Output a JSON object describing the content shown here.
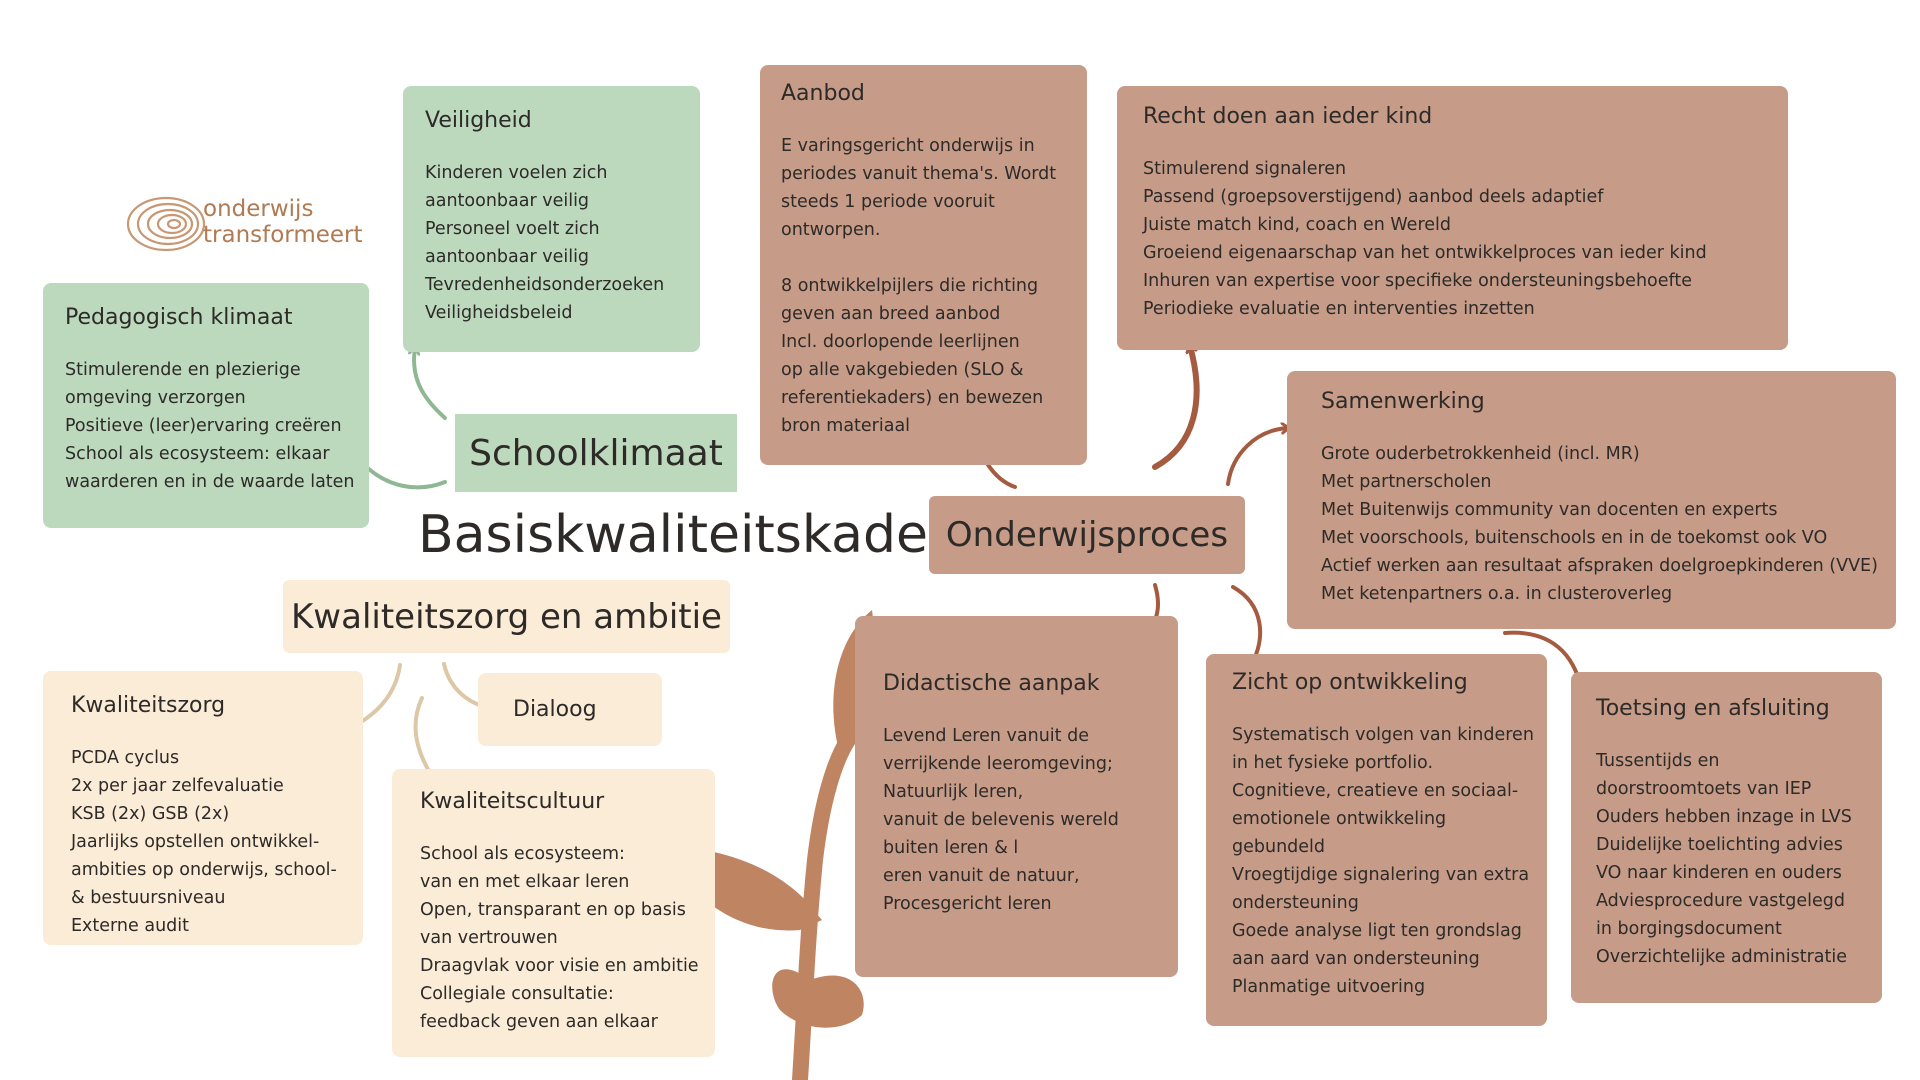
{
  "logo": {
    "line1": "onderwijs",
    "line2": "transformeert"
  },
  "main_title": "Basiskwaliteitskader",
  "hubs": {
    "schoolklimaat": "Schoolklimaat",
    "kwaliteitszorg": "Kwaliteitszorg en ambitie",
    "onderwijsproces": "Onderwijsproces"
  },
  "boxes": {
    "veiligheid": {
      "title": "Veiligheid",
      "lines": [
        "Kinderen voelen zich",
        "aantoonbaar veilig",
        "Personeel voelt zich",
        "aantoonbaar veilig",
        "Tevredenheidsonderzoeken",
        "Veiligheidsbeleid"
      ]
    },
    "pedagogisch": {
      "title": "Pedagogisch klimaat",
      "lines": [
        "Stimulerende en plezierige",
        "omgeving verzorgen",
        "Positieve (leer)ervaring creëren",
        "School als ecosysteem: elkaar",
        "waarderen en in de waarde laten"
      ]
    },
    "kwaliteitszorg": {
      "title": "Kwaliteitszorg",
      "lines": [
        "PCDA cyclus",
        "2x per jaar zelfevaluatie",
        "KSB (2x) GSB (2x)",
        "Jaarlijks opstellen ontwikkel-",
        "ambities op onderwijs, school-",
        "& bestuursniveau",
        "Externe audit"
      ]
    },
    "dialoog": {
      "title": "Dialoog"
    },
    "kwaliteitscultuur": {
      "title": "Kwaliteitscultuur",
      "lines": [
        "School als ecosysteem:",
        "van en met elkaar leren",
        "Open, transparant en op basis",
        "van vertrouwen",
        "Draagvlak voor visie en ambitie",
        "Collegiale consultatie:",
        "feedback geven aan elkaar"
      ]
    },
    "aanbod": {
      "title": "Aanbod",
      "lines": [
        "E varingsgericht onderwijs in",
        "periodes vanuit thema's. Wordt",
        "steeds 1 periode vooruit",
        "ontworpen.",
        "",
        "8 ontwikkelpijlers die richting",
        "geven aan breed aanbod",
        "Incl. doorlopende leerlijnen",
        "op alle vakgebieden (SLO &",
        "referentiekaders) en bewezen",
        "bron materiaal"
      ]
    },
    "recht": {
      "title": "Recht doen aan ieder kind",
      "lines": [
        "Stimulerend signaleren",
        "Passend (groepsoverstijgend) aanbod deels adaptief",
        "Juiste match kind, coach en Wereld",
        "Groeiend eigenaarschap van het ontwikkelproces van ieder kind",
        "Inhuren van expertise voor specifieke ondersteuningsbehoefte",
        "Periodieke evaluatie en interventies inzetten"
      ]
    },
    "samenwerking": {
      "title": "Samenwerking",
      "lines": [
        "Grote ouderbetrokkenheid (incl. MR)",
        "Met partnerscholen",
        "Met Buitenwijs community van docenten en experts",
        "Met voorschools, buitenschools en in de toekomst ook VO",
        "Actief werken aan resultaat afspraken doelgroepkinderen (VVE)",
        "Met ketenpartners o.a. in clusteroverleg"
      ]
    },
    "didactische": {
      "title": "Didactische aanpak",
      "lines": [
        "Levend Leren vanuit de",
        "verrijkende leeromgeving;",
        "Natuurlijk leren,",
        "vanuit de belevenis wereld",
        "buiten leren & l",
        "eren vanuit de natuur,",
        "Procesgericht leren"
      ]
    },
    "zicht": {
      "title": "Zicht op ontwikkeling",
      "lines": [
        "Systematisch volgen van kinderen",
        "in het fysieke portfolio.",
        "Cognitieve, creatieve en sociaal-",
        "emotionele ontwikkeling",
        "gebundeld",
        "Vroegtijdige signalering van extra",
        "ondersteuning",
        "Goede analyse ligt ten grondslag",
        "aan aard van ondersteuning",
        "Planmatige uitvoering"
      ]
    },
    "toetsing": {
      "title": "Toetsing en afsluiting",
      "lines": [
        "Tussentijds en",
        "doorstroomtoets van IEP",
        "Ouders hebben inzage in LVS",
        "Duidelijke toelichting advies",
        "VO naar kinderen en ouders",
        "Adviesprocedure vastgelegd",
        "in borgingsdocument",
        "Overzichtelijke administratie"
      ]
    }
  },
  "colors": {
    "green": "#bcd9bd",
    "cream": "#fbecd7",
    "brown": "#c69c89",
    "plant": "#bf8462",
    "green_arrow": "#8fb793",
    "cream_arrow": "#dcc7a6",
    "brown_arrow": "#a45b40"
  }
}
